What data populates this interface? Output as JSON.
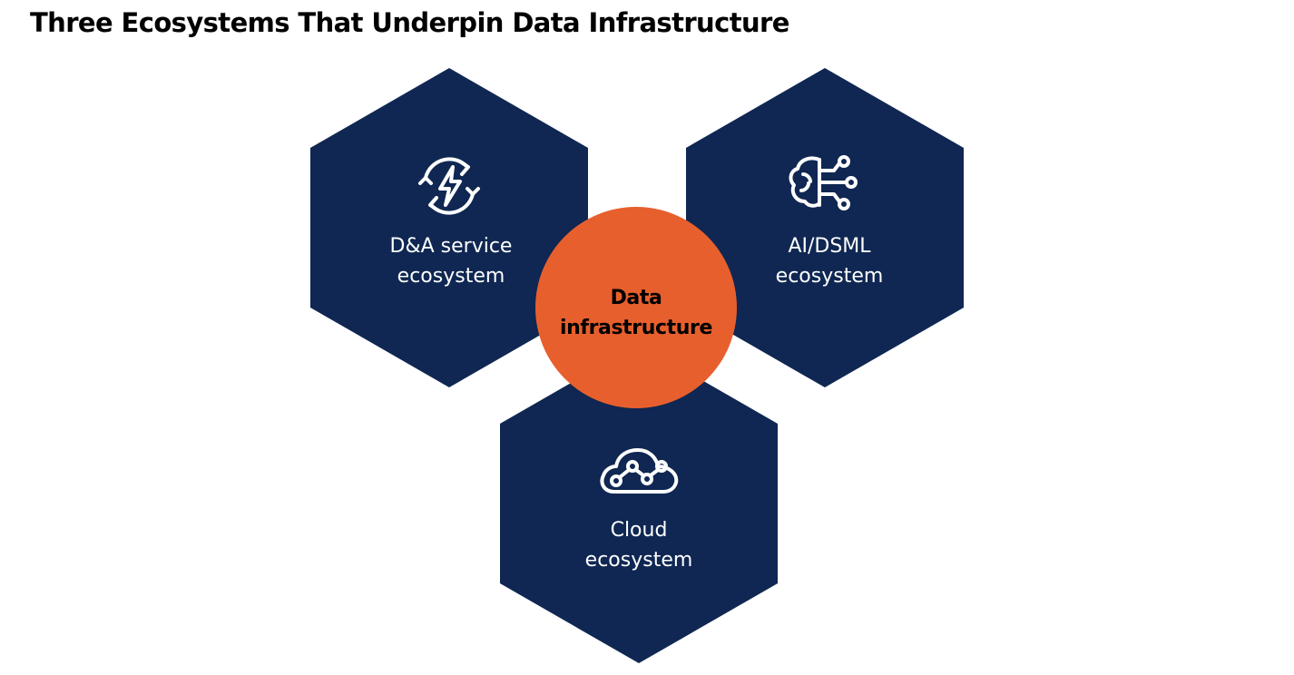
{
  "title": "Three Ecosystems That Underpin Data Infrastructure",
  "colors": {
    "hexagon_fill": "#0f2752",
    "hub_fill": "#e85f2e",
    "hexagon_text": "#ffffff",
    "hub_text": "#000000"
  },
  "ecosystems": [
    {
      "id": "dna",
      "icon": "lightning-refresh-icon",
      "label_line1": "D&A service",
      "label_line2": "ecosystem"
    },
    {
      "id": "ai",
      "icon": "brain-circuit-icon",
      "label_line1": "AI/DSML",
      "label_line2": "ecosystem"
    },
    {
      "id": "cloud",
      "icon": "cloud-network-icon",
      "label_line1": "Cloud",
      "label_line2": "ecosystem"
    }
  ],
  "hub": {
    "label_line1": "Data",
    "label_line2": "infrastructure"
  }
}
